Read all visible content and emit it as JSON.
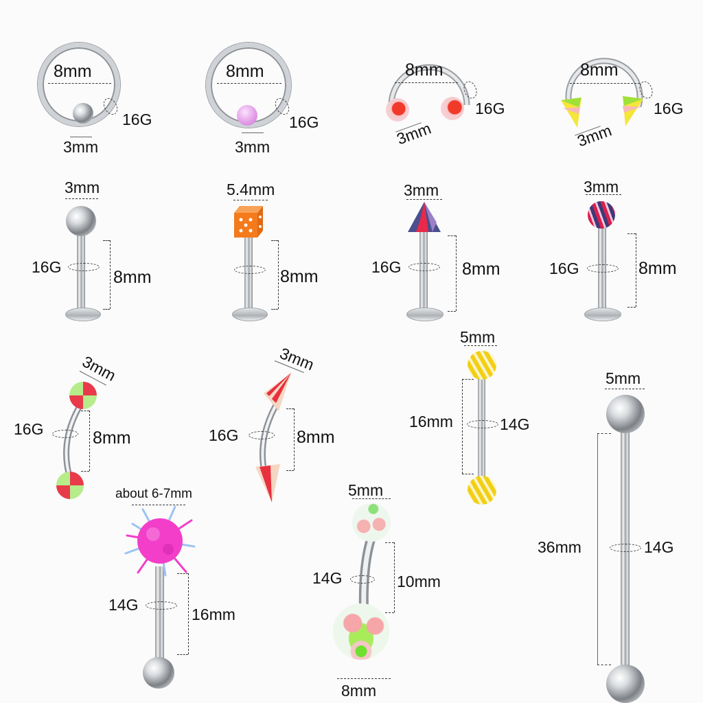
{
  "diagram": {
    "type": "body-jewelry-size-chart",
    "items": [
      {
        "id": "bcr-steel",
        "kind": "captive bead ring",
        "diameter": "8mm",
        "gauge": "16G",
        "bead": "3mm",
        "bead_color": "#c9ccd0"
      },
      {
        "id": "bcr-pink",
        "kind": "captive bead ring",
        "diameter": "8mm",
        "gauge": "16G",
        "bead": "3mm",
        "bead_color": "#e6a8ee"
      },
      {
        "id": "horseshoe-ball",
        "kind": "horseshoe ring",
        "diameter": "8mm",
        "gauge": "16G",
        "bead": "3mm",
        "bead_color": "#f04a3a"
      },
      {
        "id": "horseshoe-spike",
        "kind": "horseshoe ring",
        "diameter": "8mm",
        "gauge": "16G",
        "bead": "3mm",
        "bead_color": "#9be23a"
      },
      {
        "id": "labret-steel",
        "kind": "labret",
        "top": "3mm",
        "gauge": "16G",
        "length": "8mm"
      },
      {
        "id": "labret-dice",
        "kind": "labret",
        "top": "5.4mm",
        "length": "8mm",
        "top_color": "#f57c1f"
      },
      {
        "id": "labret-spike",
        "kind": "labret",
        "top": "3mm",
        "gauge": "16G",
        "length": "8mm",
        "top_color": "#5b4a8c"
      },
      {
        "id": "labret-stripe",
        "kind": "labret",
        "top": "3mm",
        "gauge": "16G",
        "length": "8mm",
        "top_color": "#d0204f"
      },
      {
        "id": "curved-ball",
        "kind": "curved barbell",
        "bead": "3mm",
        "gauge": "16G",
        "length": "8mm"
      },
      {
        "id": "curved-spike",
        "kind": "curved barbell",
        "bead": "3mm",
        "gauge": "16G",
        "length": "8mm"
      },
      {
        "id": "straight-yellow",
        "kind": "straight barbell",
        "bead": "5mm",
        "length": "16mm",
        "gauge": "14G",
        "bead_color": "#f5d31c"
      },
      {
        "id": "industrial",
        "kind": "industrial barbell",
        "bead": "5mm",
        "length": "36mm",
        "gauge": "14G"
      },
      {
        "id": "tongue-fuzzy",
        "kind": "tongue barbell",
        "top": "about 6-7mm",
        "gauge": "14G",
        "length": "16mm",
        "top_color": "#f23ec9"
      },
      {
        "id": "belly",
        "kind": "belly ring",
        "top": "5mm",
        "gauge": "14G",
        "length": "10mm",
        "bottom": "8mm"
      }
    ]
  },
  "labels": {
    "r1": {
      "d1": "8mm",
      "g1": "16G",
      "b1": "3mm",
      "d2": "8mm",
      "g2": "16G",
      "b2": "3mm",
      "d3": "8mm",
      "g3": "16G",
      "b3": "3mm",
      "d4": "8mm",
      "g4": "16G",
      "b4": "3mm"
    },
    "r2": {
      "t1": "3mm",
      "g1": "16G",
      "l1": "8mm",
      "t2": "5.4mm",
      "l2": "8mm",
      "t3": "3mm",
      "g3": "16G",
      "l3": "8mm",
      "t4": "3mm",
      "g4": "16G",
      "l4": "8mm"
    },
    "r3": {
      "b1": "3mm",
      "g1": "16G",
      "l1": "8mm",
      "b2": "3mm",
      "g2": "16G",
      "l2": "8mm",
      "b3": "5mm",
      "l3": "16mm",
      "g3": "14G",
      "b4": "5mm",
      "l4": "36mm",
      "g4": "14G"
    },
    "r4": {
      "t1": "about 6-7mm",
      "g1": "14G",
      "l1": "16mm",
      "t2": "5mm",
      "g2": "14G",
      "l2": "10mm",
      "b2": "8mm"
    }
  }
}
